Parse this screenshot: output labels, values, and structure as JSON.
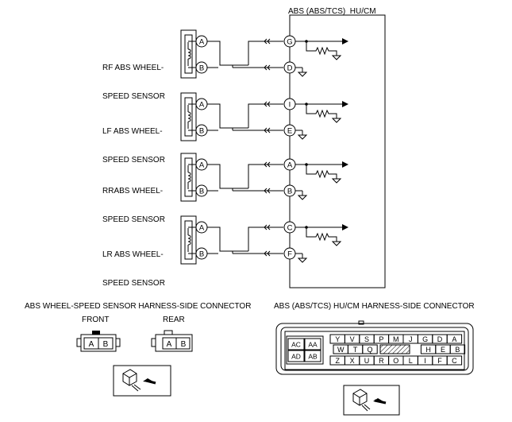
{
  "module": {
    "title": "ABS (ABS/TCS)  HU/CM"
  },
  "sensors": [
    {
      "label_line1": "RF ABS WHEEL-",
      "label_line2": "SPEED SENSOR",
      "pin_a": "A",
      "pin_b": "B",
      "module_pin_top": "G",
      "module_pin_bottom": "D"
    },
    {
      "label_line1": "LF ABS WHEEL-",
      "label_line2": "SPEED SENSOR",
      "pin_a": "A",
      "pin_b": "B",
      "module_pin_top": "I",
      "module_pin_bottom": "E"
    },
    {
      "label_line1": "RRABS WHEEL-",
      "label_line2": "SPEED SENSOR",
      "pin_a": "A",
      "pin_b": "B",
      "module_pin_top": "A",
      "module_pin_bottom": "B"
    },
    {
      "label_line1": "LR ABS WHEEL-",
      "label_line2": "SPEED SENSOR",
      "pin_a": "A",
      "pin_b": "B",
      "module_pin_top": "C",
      "module_pin_bottom": "F"
    }
  ],
  "sensor_connector": {
    "title": "ABS WHEEL-SPEED SENSOR HARNESS-SIDE CONNECTOR",
    "front_label": "FRONT",
    "rear_label": "REAR",
    "front_pins": [
      "A",
      "B"
    ],
    "rear_pins": [
      "A",
      "B"
    ]
  },
  "module_connector": {
    "title": "ABS (ABS/TCS) HU/CM HARNESS-SIDE CONNECTOR",
    "left_block": [
      "AC",
      "AA",
      "AD",
      "AB"
    ],
    "row1": [
      "Y",
      "V",
      "S",
      "P",
      "M",
      "J",
      "G",
      "D",
      "A"
    ],
    "row2": [
      "W",
      "T",
      "Q",
      "",
      "",
      "",
      "H",
      "E",
      "B"
    ],
    "row3": [
      "Z",
      "X",
      "U",
      "R",
      "O",
      "L",
      "I",
      "F",
      "C"
    ]
  }
}
